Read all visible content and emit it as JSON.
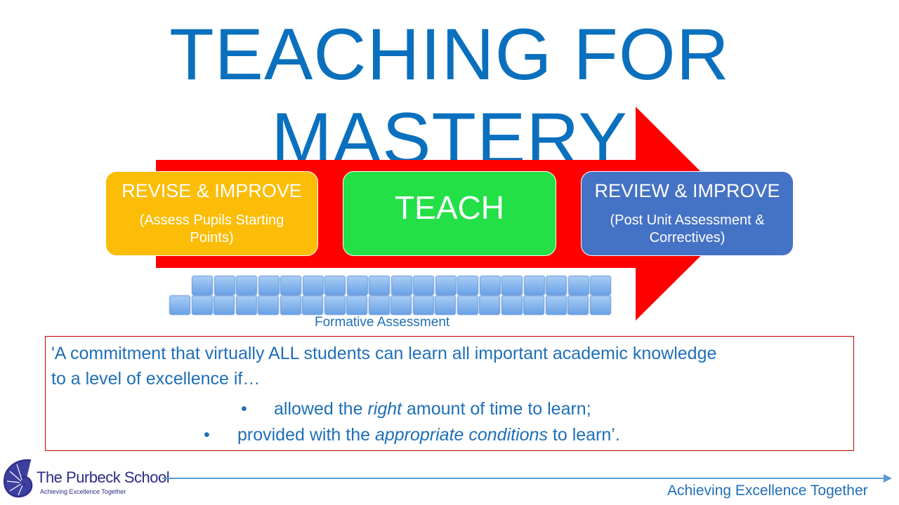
{
  "title": "TEACHING FOR MASTERY",
  "stages": [
    {
      "heading": "REVISE & IMPROVE",
      "sub": "(Assess Pupils Starting Points)"
    },
    {
      "heading": "TEACH"
    },
    {
      "heading": "REVIEW & IMPROVE",
      "sub": "(Post Unit Assessment & Correctives)"
    }
  ],
  "formative_label": "Formative Assessment",
  "quote": {
    "line1": "'A commitment that virtually ALL students can learn all important academic knowledge",
    "line2": "to a level of excellence if…",
    "bullet_char": "•",
    "b1_pre": "allowed the ",
    "b1_em": "right",
    "b1_post": " amount of time to learn;",
    "b2_pre": "provided with the ",
    "b2_em": "appropriate  conditions",
    "b2_post": "  to learn’."
  },
  "footer": {
    "school_name": "The Purbeck School",
    "school_tagline": "Achieving Excellence Together",
    "slogan": "Achieving Excellence Together"
  },
  "colors": {
    "arrow": "#ff0000",
    "revise": "#fbbd08",
    "teach": "#22e046",
    "review": "#4472c4",
    "title": "#0a70be"
  }
}
